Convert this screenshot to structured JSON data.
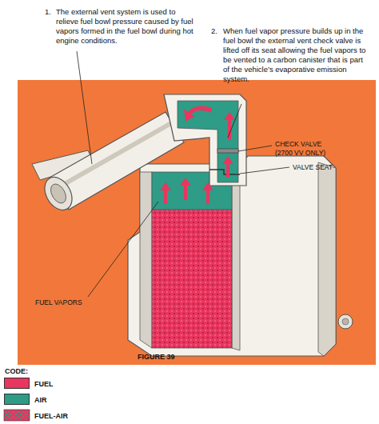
{
  "diagram": {
    "caption": "FIGURE 39",
    "labels": [
      "1.",
      "The external vent system is used to relieve fuel bowl pressure caused by fuel vapors formed in the fuel bowl during hot engine conditions.",
      "2.",
      "When fuel vapor pressure builds up in the fuel bowl the external vent check valve is lifted off its seat allowing the fuel vapors to be vented to a carbon canister that is part of the vehicle’s evaporative emission system.",
      "CHECK VALVE",
      "(2700 VV ONLY)",
      "VALVE SEAT",
      "FUEL VAPORS",
      "CODE:"
    ],
    "legend": [
      {
        "text": "FUEL",
        "color": "#e8365f"
      },
      {
        "text": "AIR",
        "color": "#2e9c86"
      },
      {
        "text": "FUEL-AIR"
      }
    ]
  }
}
